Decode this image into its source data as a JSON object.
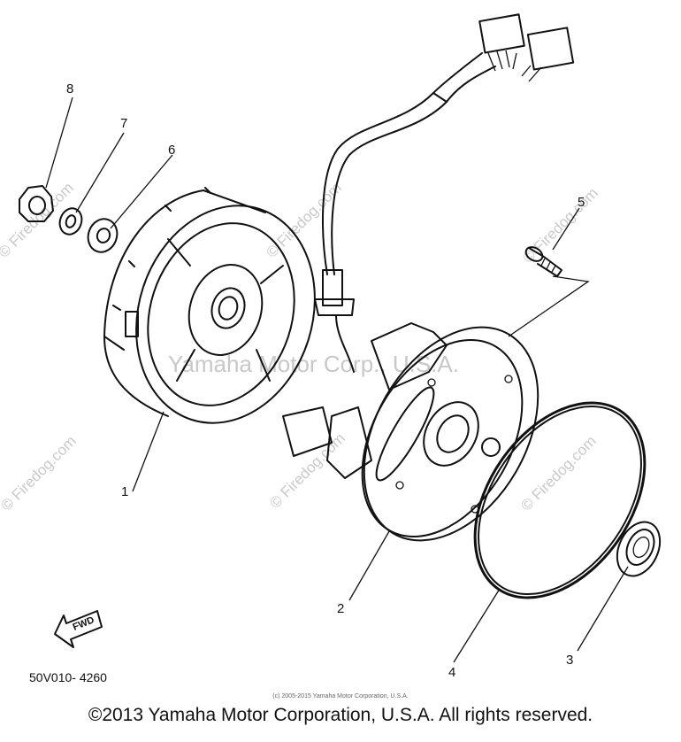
{
  "parts": [
    {
      "number": "1"
    },
    {
      "number": "2"
    },
    {
      "number": "3"
    },
    {
      "number": "4"
    },
    {
      "number": "5"
    },
    {
      "number": "6"
    },
    {
      "number": "7"
    },
    {
      "number": "8"
    }
  ],
  "direction_label": "FWD",
  "drawing_code": "50V010- 4260",
  "watermark_site": "© Firedog.com",
  "watermark_center": "Yamaha Motor Corp., U.S.A.",
  "small_copyright": "(c) 2005-2015 Yamaha Motor Corporation, U.S.A.",
  "footer_copyright": "©2013 Yamaha Motor Corporation, U.S.A. All rights reserved.",
  "colors": {
    "line": "#111111",
    "watermark": "#c8c8c8",
    "background": "#ffffff"
  }
}
